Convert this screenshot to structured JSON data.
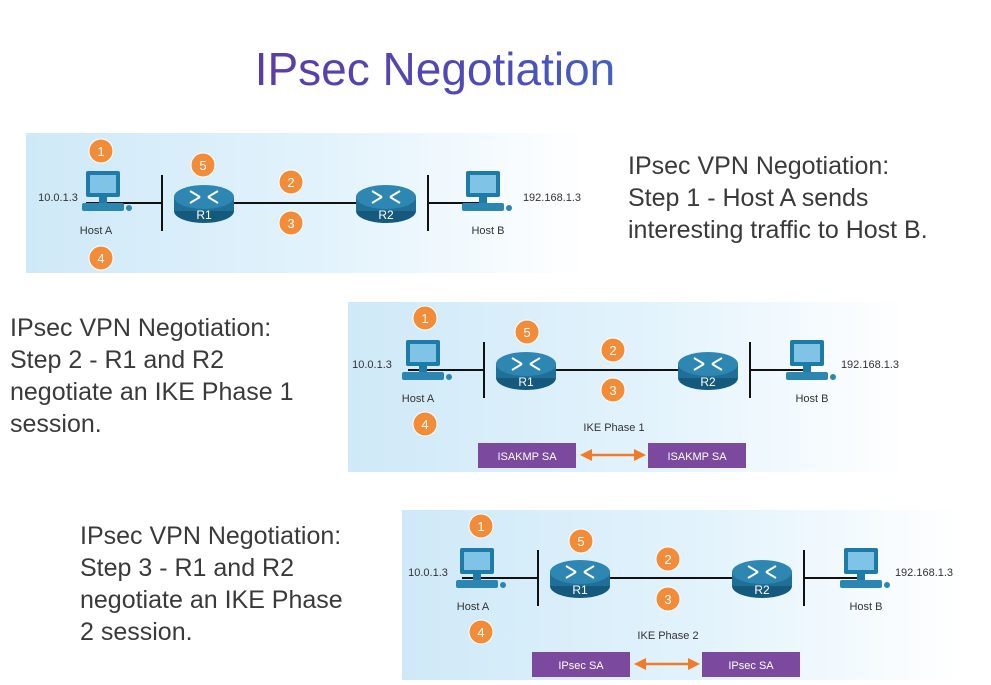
{
  "title": "IPsec Negotiation",
  "labels": {
    "host_a_ip": "10.0.1.3",
    "host_b_ip": "192.168.1.3",
    "host_a": "Host A",
    "host_b": "Host B",
    "r1": "R1",
    "r2": "R2",
    "marker_1": "1",
    "marker_2": "2",
    "marker_3": "3",
    "marker_4": "4",
    "marker_5": "5"
  },
  "steps": [
    {
      "lines": [
        "IPsec VPN Negotiation:",
        "Step 1 - Host A sends",
        "interesting traffic to Host B."
      ]
    },
    {
      "lines": [
        "IPsec VPN Negotiation:",
        "Step 2 - R1 and R2",
        "negotiate an IKE Phase 1",
        "session."
      ],
      "phase_label": "IKE Phase 1",
      "sa_left": "ISAKMP SA",
      "sa_right": "ISAKMP SA"
    },
    {
      "lines": [
        "IPsec VPN Negotiation:",
        "Step 3 - R1 and R2",
        "negotiate an IKE Phase",
        "2 session."
      ],
      "phase_label": "IKE Phase 2",
      "sa_left": "IPsec SA",
      "sa_right": "IPsec SA"
    }
  ],
  "colors": {
    "marker": "#f28c38",
    "router": "#1f6f96",
    "sa_box": "#7b4a9e",
    "arrow": "#f07b28",
    "host": "#1e7aa6"
  }
}
